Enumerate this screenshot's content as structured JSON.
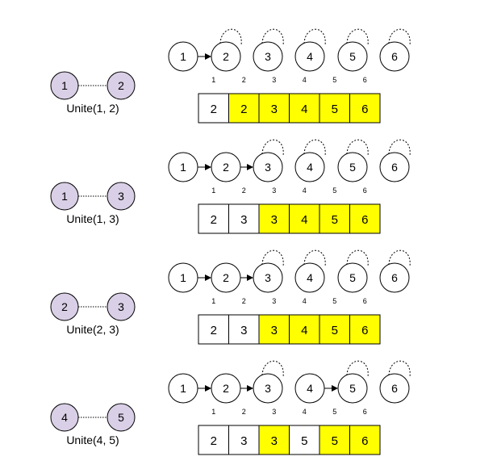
{
  "colors": {
    "union_node_fill": "#d9cfe6",
    "highlight_cell": "#ffff00",
    "plain_cell": "#ffffff",
    "stroke": "#000000"
  },
  "steps": [
    {
      "operation": "Unite(1, 2)",
      "pair": [
        "1",
        "2"
      ],
      "parents": [
        2,
        2,
        3,
        4,
        5,
        6
      ],
      "array_labels": [
        "1",
        "2",
        "3",
        "4",
        "5",
        "6"
      ],
      "cells": [
        {
          "value": "2",
          "highlight": false
        },
        {
          "value": "2",
          "highlight": true
        },
        {
          "value": "3",
          "highlight": true
        },
        {
          "value": "4",
          "highlight": true
        },
        {
          "value": "5",
          "highlight": true
        },
        {
          "value": "6",
          "highlight": true
        }
      ]
    },
    {
      "operation": "Unite(1, 3)",
      "pair": [
        "1",
        "3"
      ],
      "parents": [
        2,
        3,
        3,
        4,
        5,
        6
      ],
      "array_labels": [
        "1",
        "2",
        "3",
        "4",
        "5",
        "6"
      ],
      "cells": [
        {
          "value": "2",
          "highlight": false
        },
        {
          "value": "3",
          "highlight": false
        },
        {
          "value": "3",
          "highlight": true
        },
        {
          "value": "4",
          "highlight": true
        },
        {
          "value": "5",
          "highlight": true
        },
        {
          "value": "6",
          "highlight": true
        }
      ]
    },
    {
      "operation": "Unite(2, 3)",
      "pair": [
        "2",
        "3"
      ],
      "parents": [
        2,
        3,
        3,
        4,
        5,
        6
      ],
      "array_labels": [
        "1",
        "2",
        "3",
        "4",
        "5",
        "6"
      ],
      "cells": [
        {
          "value": "2",
          "highlight": false
        },
        {
          "value": "3",
          "highlight": false
        },
        {
          "value": "3",
          "highlight": true
        },
        {
          "value": "4",
          "highlight": true
        },
        {
          "value": "5",
          "highlight": true
        },
        {
          "value": "6",
          "highlight": true
        }
      ]
    },
    {
      "operation": "Unite(4, 5)",
      "pair": [
        "4",
        "5"
      ],
      "parents": [
        2,
        3,
        3,
        5,
        5,
        6
      ],
      "array_labels": [
        "1",
        "2",
        "3",
        "4",
        "5",
        "6"
      ],
      "cells": [
        {
          "value": "2",
          "highlight": false
        },
        {
          "value": "3",
          "highlight": false
        },
        {
          "value": "3",
          "highlight": true
        },
        {
          "value": "5",
          "highlight": false
        },
        {
          "value": "5",
          "highlight": true
        },
        {
          "value": "6",
          "highlight": true
        }
      ]
    }
  ]
}
